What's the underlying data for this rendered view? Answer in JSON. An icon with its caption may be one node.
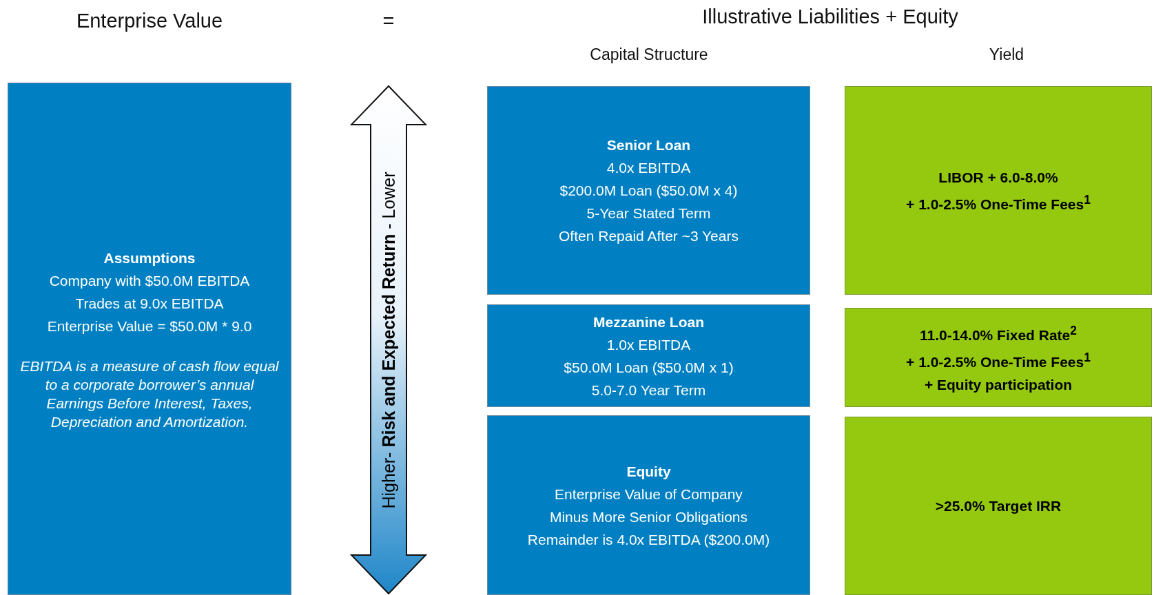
{
  "diagram": {
    "nodes": [
      {
        "text": [
          "Assumptions",
          "Company with $50.0M EBITDA",
          "Trades at 9.0x EBITDA",
          "Enterprise Value = $50.0M * 9.0",
          "EBITDA is a measure of cash flow equal to a corporate borrower’s annual Earnings Before Interest, Taxes, Depreciation and Amortization."
        ]
      },
      {
        "text": [
          "Higher- **Risk and Expected Return** - Lower"
        ]
      },
      {
        "text": [
          "Senior Loan",
          "4.0x EBITDA",
          "$200.0M Loan ($50.0M x 4)",
          "5-Year Stated Term",
          "Often Repaid After ~3 Years"
        ]
      },
      {
        "text": [
          "LIBOR + 6.0-8.0%",
          "+ 1.0-2.5% One-Time Fees$^{1}$"
        ]
      },
      {
        "text": [
          "Mezzanine Loan",
          "1.0x EBITDA",
          "$50.0M Loan ($50.0M x 1)",
          "5.0-7.0 Year Term"
        ]
      },
      {
        "text": [
          "11.0-14.0% Fixed Rate$^{2}$",
          "+ 1.0-2.5% One-Time Fees$^{1}$",
          "+ Equity participation"
        ]
      },
      {
        "text": [
          "Equity",
          "Enterprise Value of Company",
          "Minus More Senior Obligations",
          "Remainder is 4.0x EBITDA ($200.0M)"
        ]
      },
      {
        "text": [
          ">25.0% Target IRR"
        ]
      }
    ],
    "labels": [
      "Enterprise Value",
      "=",
      "Illustrative Liabilities + Equity",
      "Capital Structure",
      "Yield"
    ]
  }
}
